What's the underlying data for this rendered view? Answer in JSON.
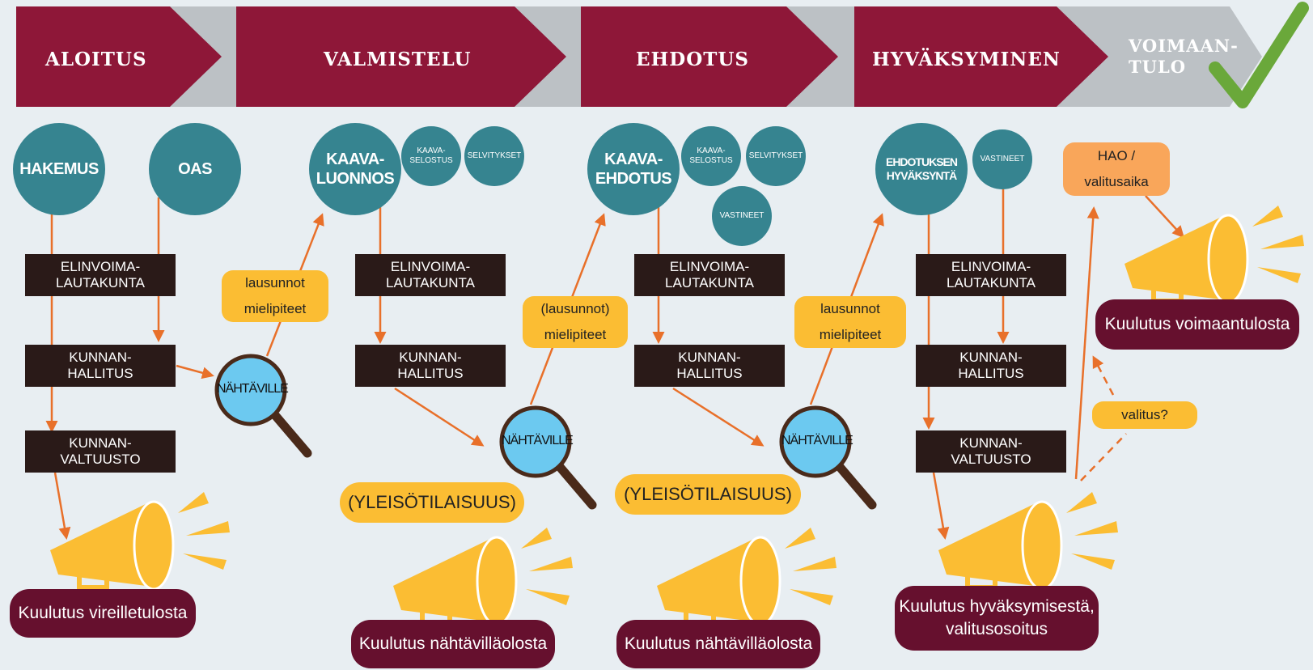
{
  "phases": [
    {
      "label": "ALOITUS"
    },
    {
      "label": "VALMISTELU"
    },
    {
      "label": "EHDOTUS"
    },
    {
      "label": "HYVÄKSYMINEN"
    },
    {
      "label": "VOIMAAN-\nTULO"
    }
  ],
  "phase_last_line1": "VOIMAAN-",
  "phase_last_line2": "TULO",
  "circles": {
    "hakemus": "HAKEMUS",
    "oas": "OAS",
    "kaavaluonnos_1": "KAAVA-",
    "kaavaluonnos_2": "LUONNOS",
    "kaavaehdotus_1": "KAAVA-",
    "kaavaehdotus_2": "EHDOTUS",
    "ehdotuksen_1": "EHDOTUKSEN",
    "ehdotuksen_2": "HYVÄKSYNTÄ",
    "kaavaselostus_1": "KAAVA-",
    "kaavaselostus_2": "SELOSTUS",
    "selvitykset": "SELVITYKSET",
    "vastineet": "VASTINEET"
  },
  "boxes": {
    "elinvoima_1": "ELINVOIMA-",
    "elinvoima_2": "LAUTAKUNTA",
    "hallitus_1": "KUNNAN-",
    "hallitus_2": "HALLITUS",
    "valtuusto_1": "KUNNAN-",
    "valtuusto_2": "VALTUUSTO"
  },
  "notes": {
    "lausunnot": "lausunnot",
    "lausunnot_paren": "(lausunnot)",
    "mielipiteet": "mielipiteet",
    "hao_1": "HAO /",
    "hao_2": "valitusaika",
    "valitus": "valitus?"
  },
  "nahtaville": "NÄHTÄVILLE",
  "yleisotilaisuus": "(YLEISÖTILAISUUS)",
  "kuulutukset": {
    "vireilletulo": "Kuulutus vireilletulosta",
    "nahtavilla": "Kuulutus nähtävilläolosta",
    "hyvaksyminen_1": "Kuulutus hyväksymisestä,",
    "hyvaksyminen_2": "valitusosoitus",
    "voimaantulo": "Kuulutus voimaantulosta"
  },
  "colors": {
    "phase_red": "#8e1738",
    "phase_grey": "#bcc1c5",
    "circle_teal": "#368490",
    "box_dark": "#2a1a18",
    "note_yellow": "#fbbd33",
    "note_orange": "#f9a65a",
    "arrow_orange": "#e8702a",
    "kuulutus_maroon": "#66102e",
    "loupe_blue": "#6cc9f0",
    "check_green": "#6aa83a"
  }
}
